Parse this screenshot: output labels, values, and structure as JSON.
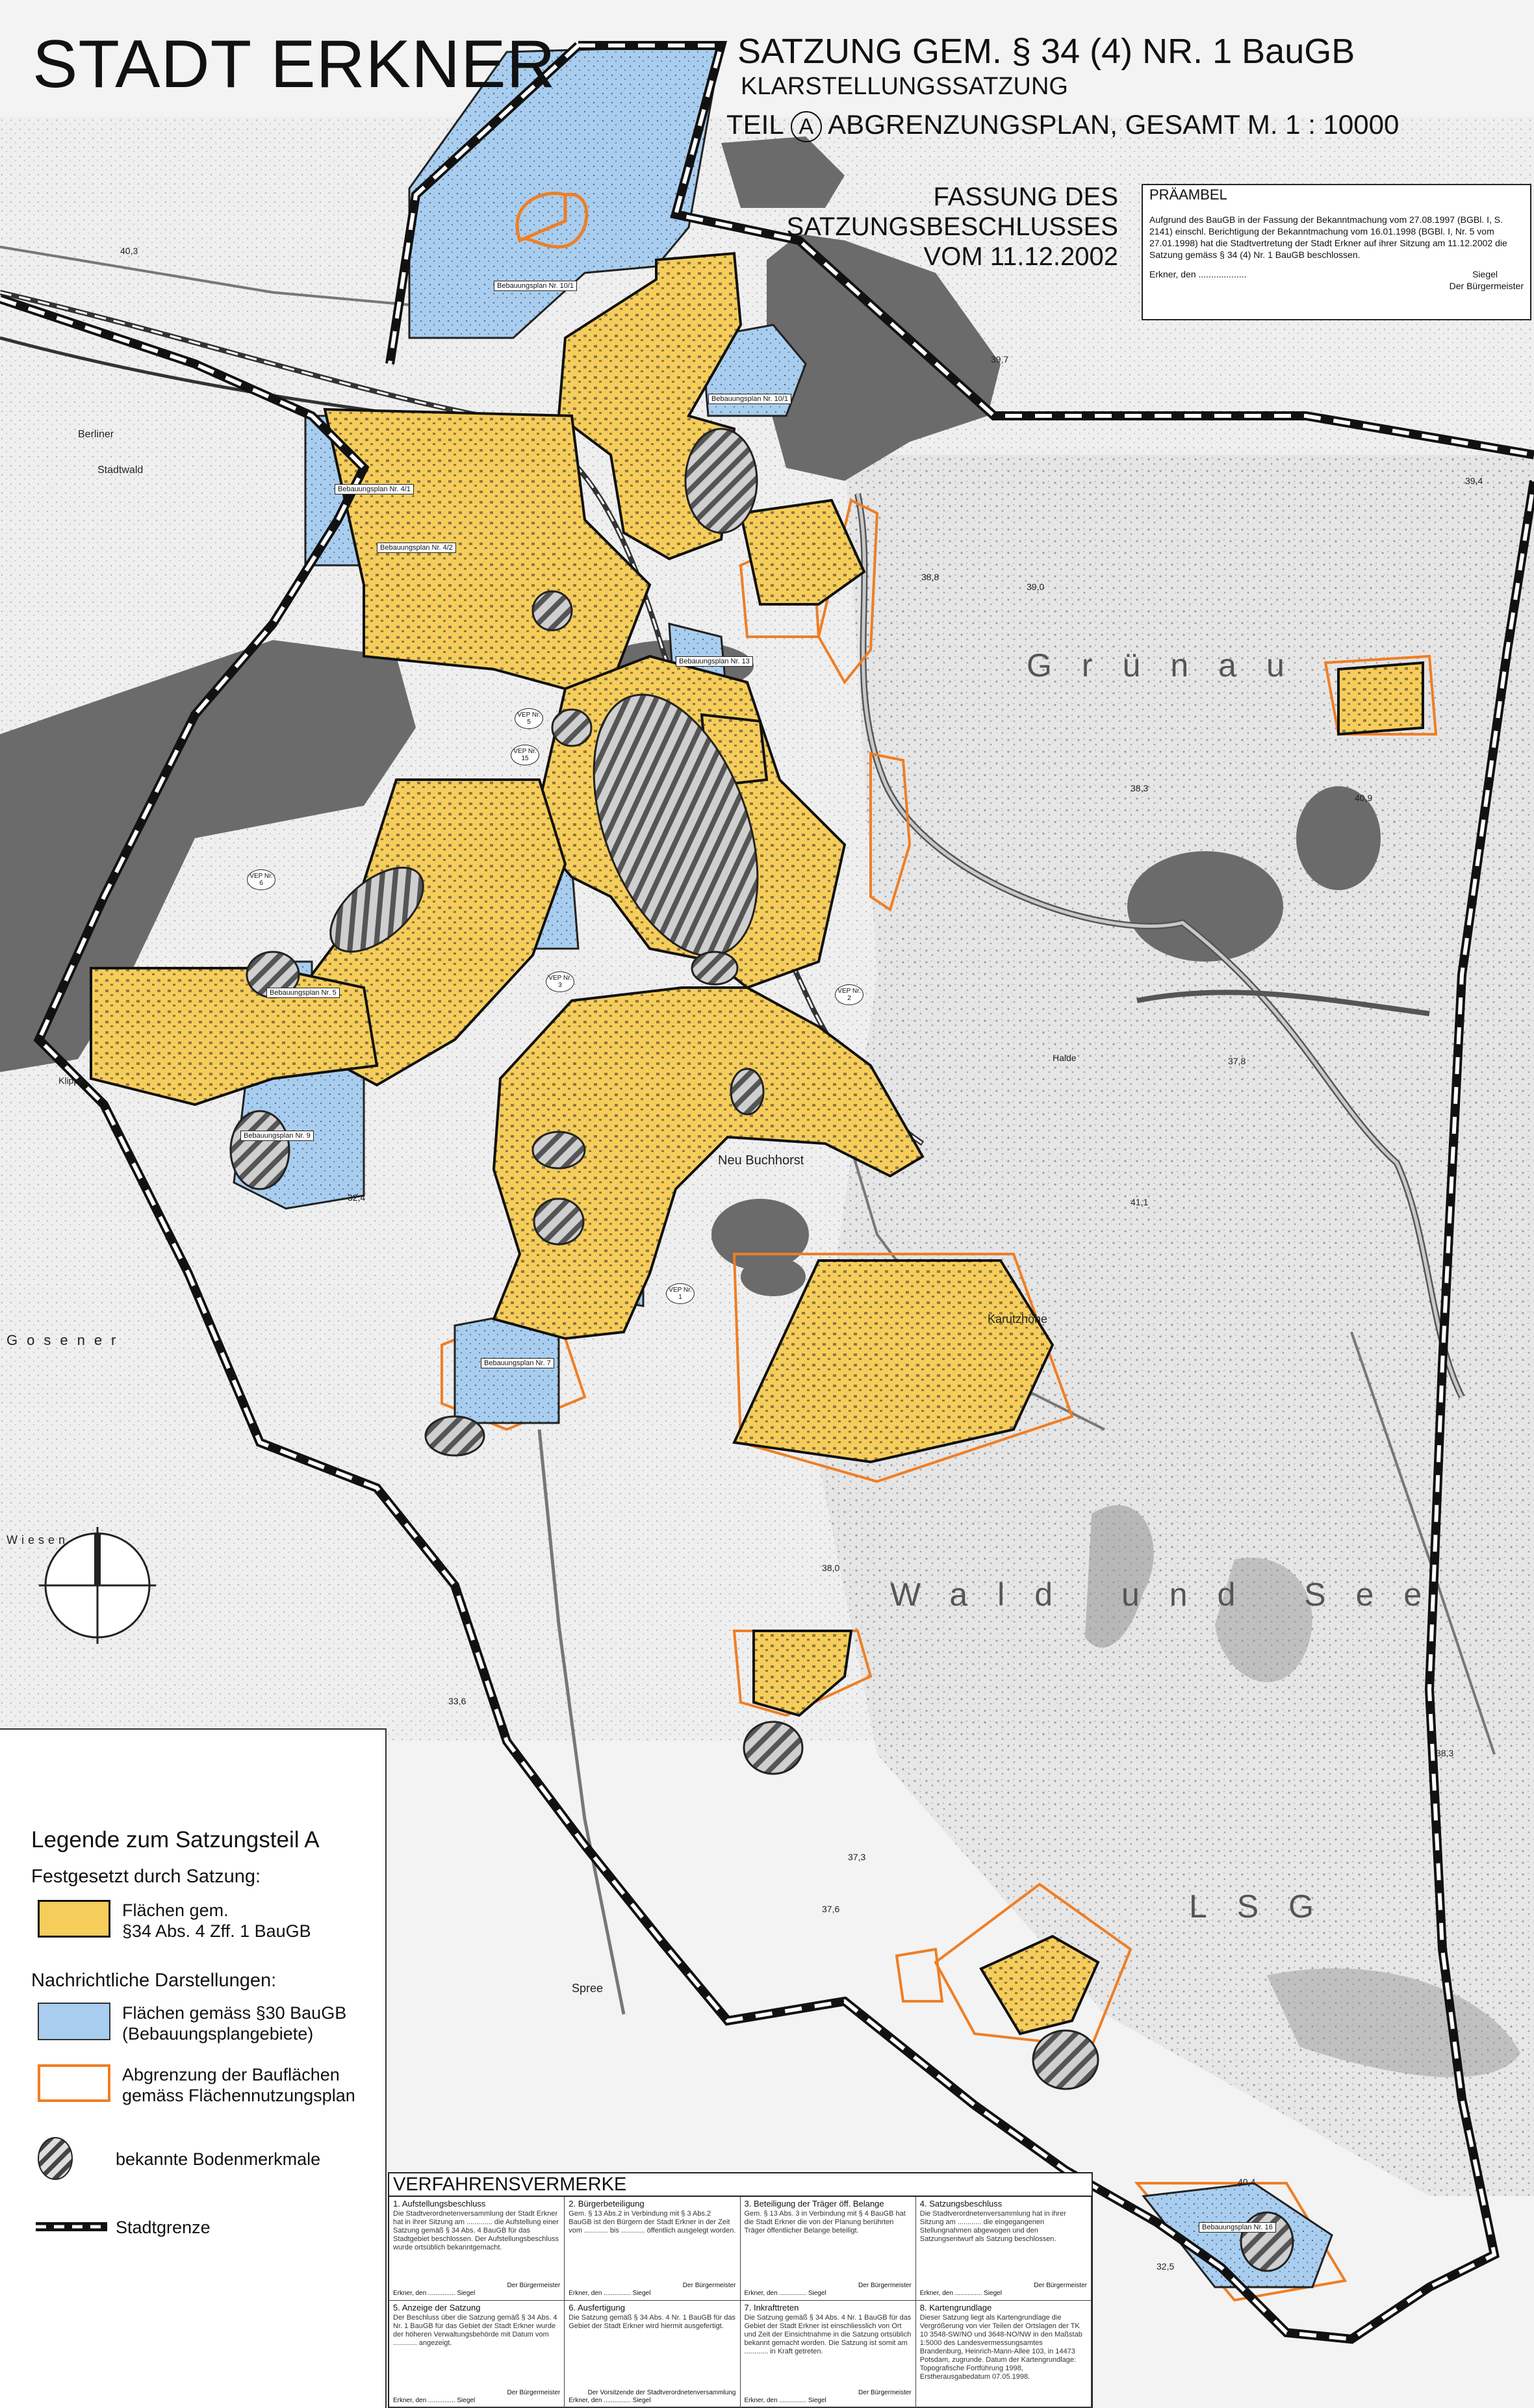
{
  "header": {
    "city": "STADT ERKNER",
    "statute_title": "SATZUNG GEM. § 34 (4) NR. 1 BauGB",
    "statute_subtitle": "KLARSTELLUNGSSATZUNG",
    "part_prefix": "TEIL",
    "part_letter": "A",
    "part_rest": "ABGRENZUNGSPLAN,  GESAMT    M.  1 : 10000",
    "version_line1": "FASSUNG DES",
    "version_line2": "SATZUNGSBESCHLUSSES",
    "version_line3": "VOM 11.12.2002"
  },
  "preamble": {
    "heading": "PRÄAMBEL",
    "text": "Aufgrund des BauGB in der Fassung der Bekanntmachung vom 27.08.1997 (BGBl. I, S. 2141) einschl. Berichtigung der Bekanntmachung vom 16.01.1998 (BGBl. I, Nr. 5 vom 27.01.1998) hat die Stadtvertretung der Stadt Erkner auf ihrer Sitzung am 11.12.2002 die Satzung gemäss § 34 (4) Nr. 1 BauGB beschlossen.",
    "place_date": "Erkner, den ...................",
    "seal": "Siegel",
    "signatory": "Der Bürgermeister"
  },
  "legend": {
    "heading": "Legende zum Satzungsteil  A",
    "section1": "Festgesetzt durch Satzung:",
    "item_yellow_1": "Flächen gem.",
    "item_yellow_2": "§34 Abs. 4 Zff. 1 BauGB",
    "section2": "Nachrichtliche Darstellungen:",
    "item_blue_1": "Flächen gemäss §30 BauGB",
    "item_blue_2": "(Bebauungsplangebiete)",
    "item_orange_1": "Abgrenzung der Bauflächen",
    "item_orange_2": "gemäss Flächennutzungsplan",
    "item_hatch": "bekannte Bodenmerkmale",
    "item_boundary": "Stadtgrenze"
  },
  "procedure": {
    "heading": "VERFAHRENSVERMERKE",
    "cells": [
      {
        "title": "1. Aufstellungsbeschluss",
        "text": "Die Stadtverordnetenversammlung der Stadt Erkner hat in ihrer Sitzung am ............. die Aufstellung einer Satzung gemäß § 34 Abs. 4 BauGB für das Stadtgebiet beschlossen. Der Aufstellungsbeschluss wurde ortsüblich bekanntgemacht.",
        "sign": "Erkner, den ...............   Siegel",
        "signatory": "Der Bürgermeister"
      },
      {
        "title": "2. Bürgerbeteiligung",
        "text": "Gem. § 13 Abs.2 in Verbindung mit § 3 Abs.2 BauGB ist den Bürgern der Stadt Erkner in der Zeit vom ............ bis ............ öffentlich ausgelegt worden.",
        "sign": "Erkner, den ...............   Siegel",
        "signatory": "Der Bürgermeister"
      },
      {
        "title": "3. Beteiligung der Träger öff. Belange",
        "text": "Gem. § 13 Abs. 3 in Verbindung mit § 4 BauGB hat die Stadt Erkner die von der Planung berührten Träger öffentlicher Belange beteiligt.",
        "sign": "Erkner, den ...............   Siegel",
        "signatory": "Der Bürgermeister"
      },
      {
        "title": "4. Satzungsbeschluss",
        "text": "Die Stadtverordnetenversammlung hat in ihrer Sitzung am ............ die eingegangenen Stellungnahmen abgewogen und den Satzungsentwurf als Satzung beschlossen.",
        "sign": "Erkner, den ...............   Siegel",
        "signatory": "Der Bürgermeister"
      },
      {
        "title": "5. Anzeige der Satzung",
        "text": "Der Beschluss über die Satzung gemäß § 34 Abs. 4 Nr. 1 BauGB für das Gebiet der Stadt Erkner wurde der höheren Verwaltungsbehörde mit Datum vom ............ angezeigt.",
        "sign": "Erkner, den ...............   Siegel",
        "signatory": "Der Bürgermeister"
      },
      {
        "title": "6. Ausfertigung",
        "text": "Die Satzung gemäß § 34 Abs. 4 Nr. 1 BauGB für das Gebiet der Stadt Erkner wird hiermit ausgefertigt.",
        "sign": "Erkner, den ...............   Siegel",
        "signatory": "Der Vorsitzende der Stadtverordnetenversammlung"
      },
      {
        "title": "7. Inkrafttreten",
        "text": "Die Satzung gemäß § 34 Abs. 4 Nr. 1 BauGB für das Gebiet der Stadt Erkner ist einschliesslich von Ort und Zeit der Einsichtnahme in die Satzung ortsüblich bekannt gemacht worden. Die Satzung ist somit am ............ in Kraft getreten.",
        "sign": "Erkner, den ...............   Siegel",
        "signatory": "Der Bürgermeister"
      },
      {
        "title": "8. Kartengrundlage",
        "text": "Dieser Satzung liegt als Kartengrundlage die Vergrößerung von vier Teilen der Ortslagen der TK 10 3548-SW/NO und 3648-NO/NW in den Maßstab 1:5000 des Landesvermessungsamtes Brandenburg, Heinrich-Mann-Allee 103, in 14473 Potsdam, zugrunde. Datum der Kartengrundlage: Topografische Fortführung 1998, Erstherausgabedatum 07.05.1998.",
        "sign": "",
        "signatory": ""
      }
    ]
  },
  "map_labels": {
    "gruenau": "Grünau",
    "wald_und_see": "Wald und See",
    "lsg": "LSG",
    "neu_buchhorst": "Neu Buchhorst",
    "karutzhoehe": "Karutzhöhe",
    "gosener": "Gosener",
    "wiesen": "Wiesen",
    "stadtwald": "Stadtwald",
    "berliner": "Berliner",
    "spree": "Spree",
    "halde": "Halde",
    "klippe": "Klippe",
    "bp_10_1": "Bebauungsplan Nr. 10/1",
    "bp_10_2": "Bebauungsplan Nr. 10/1",
    "bp_4_1": "Bebauungsplan Nr. 4/1",
    "bp_4_2": "Bebauungsplan Nr. 4/2",
    "bp_13": "Bebauungsplan Nr. 13",
    "bp_9": "Bebauungsplan Nr. 9",
    "bp_7": "Bebauungsplan Nr. 7",
    "bp_16": "Bebauungsplan Nr. 16",
    "bp_5": "Bebauungsplan Nr. 5",
    "vep_5": "VEP Nr. 5",
    "vep_15": "VEP Nr. 15",
    "vep_6": "VEP Nr. 6",
    "vep_3": "VEP Nr. 3",
    "vep_2": "VEP Nr. 2",
    "vep_1": "VEP Nr. 1",
    "elev_39_7": "39,7",
    "elev_39_4": "39,4",
    "elev_38_8": "38,8",
    "elev_39_0": "39,0",
    "elev_38_3": "38,3",
    "elev_37_8": "37,8",
    "elev_41_1": "41,1",
    "elev_32_4": "32,4",
    "elev_33_6": "33,6",
    "elev_38_0": "38,0",
    "elev_37_3": "37,3",
    "elev_38_3b": "38,3",
    "elev_37_6": "37,6",
    "elev_32_5": "32,5",
    "elev_40_3": "40,3",
    "elev_40_4": "40,4",
    "elev_40_9": "40,9"
  },
  "colors": {
    "satzung_yellow": "#f6cd5a",
    "bplan_blue": "#a9cdee",
    "fnp_orange": "#ef7e24",
    "water": "#6b6b6b",
    "boundary": "#111111"
  }
}
